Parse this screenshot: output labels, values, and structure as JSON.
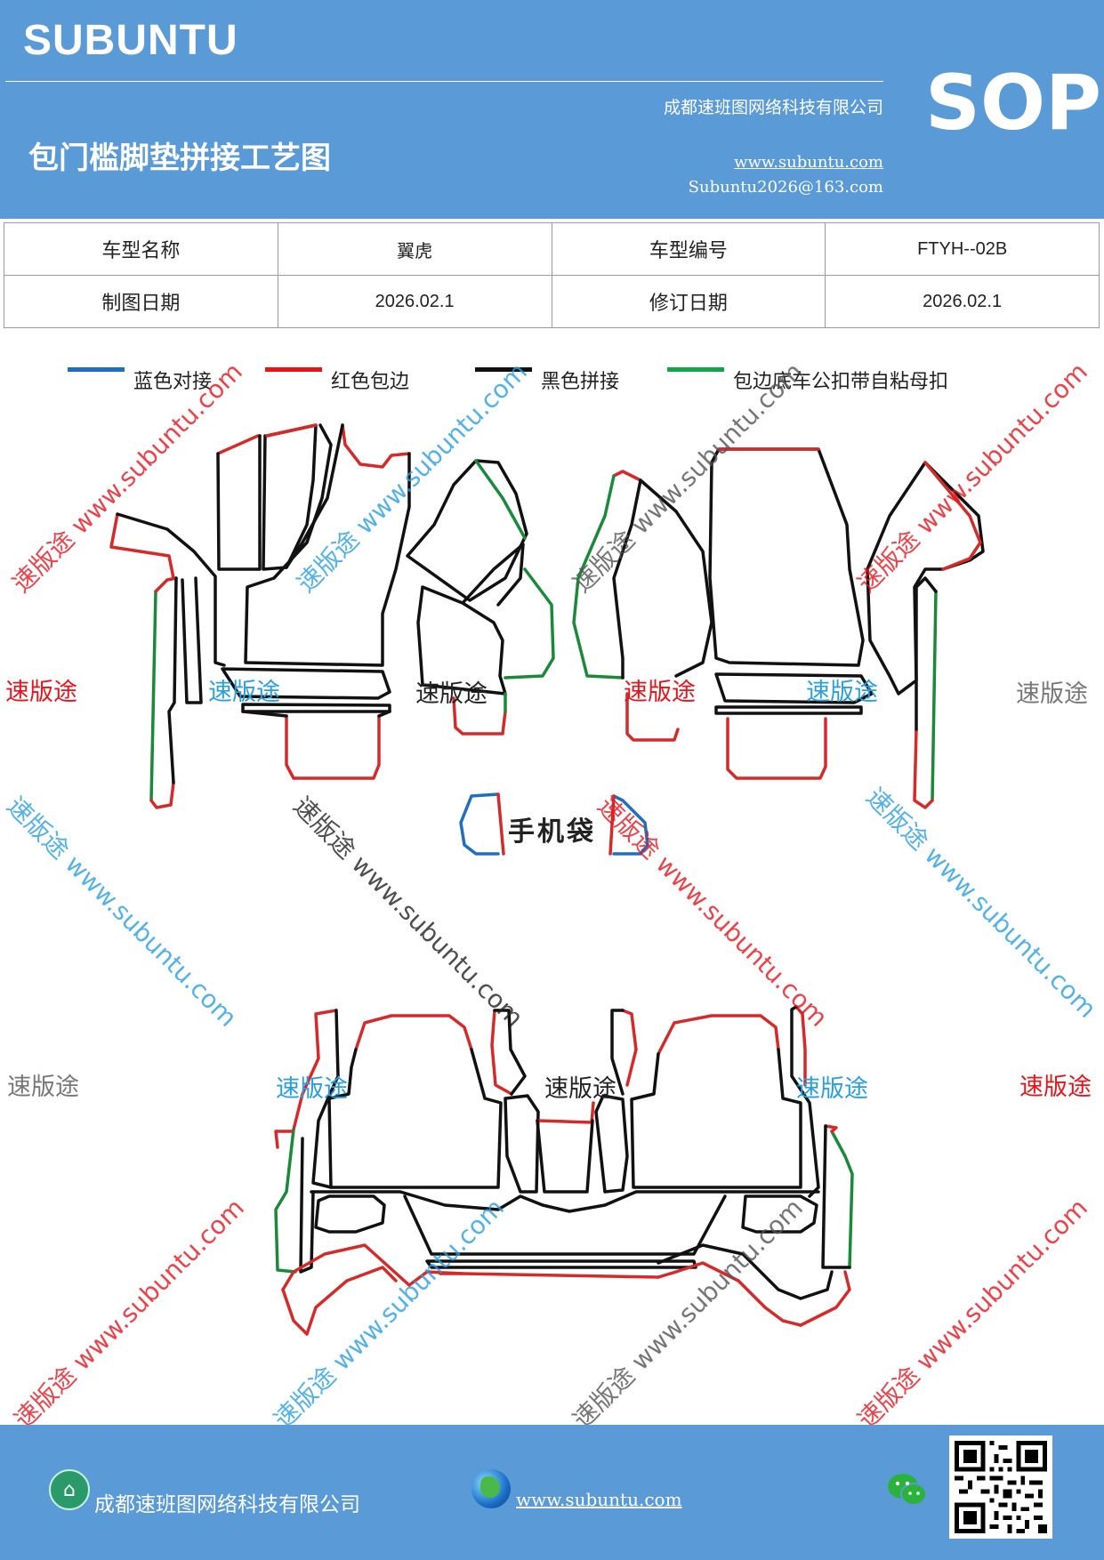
{
  "header": {
    "brand": "SUBUNTU",
    "company": "成都速班图网络科技有限公司",
    "title": "包门槛脚垫拼接工艺图",
    "website": "www.subuntu.com",
    "email": "Subuntu2026@163.com",
    "badge": "SOP"
  },
  "info_table": {
    "rows": [
      [
        "车型名称",
        "翼虎",
        "车型编号",
        "FTYH--02B"
      ],
      [
        "制图日期",
        "2026.02.1",
        "修订日期",
        "2026.02.1"
      ]
    ]
  },
  "legend": [
    {
      "label": "蓝色对接",
      "color": "#1f6fc0"
    },
    {
      "label": "红色包边",
      "color": "#e8141c"
    },
    {
      "label": "黑色拼接",
      "color": "#111111"
    },
    {
      "label": "包边底车公扣带自粘母扣",
      "color": "#16a34a"
    }
  ],
  "diagram": {
    "phone_bag_label": "手机袋",
    "colors": {
      "red": "#d42a2a",
      "black": "#111111",
      "green": "#1a8a3a",
      "blue": "#1f6fc0"
    }
  },
  "watermarks": {
    "brand_cn": "速版途",
    "url": "www.subuntu.com",
    "combined": "速版途 www.subuntu.com",
    "colors": {
      "red": "#e8141c",
      "blue": "#2a9fe0",
      "gray": "#777777",
      "black": "#222222"
    }
  },
  "footer": {
    "company": "成都速班图网络科技有限公司",
    "website": "www.subuntu.com"
  }
}
